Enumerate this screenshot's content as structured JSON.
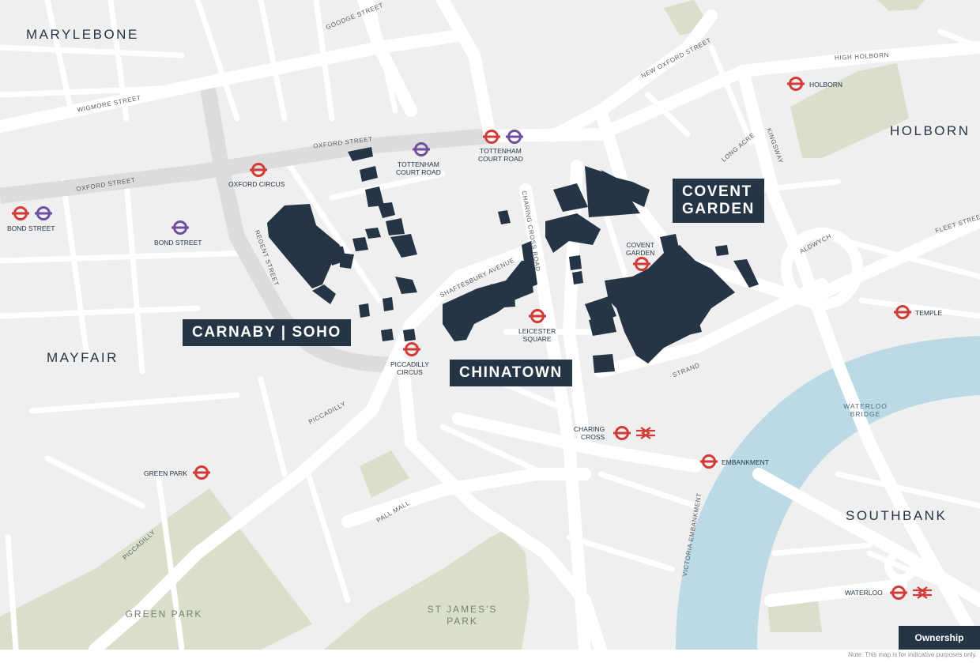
{
  "areas": {
    "marylebone": "MARYLEBONE",
    "holborn": "HOLBORN",
    "mayfair": "MAYFAIR",
    "southbank": "SOUTHBANK"
  },
  "parks": {
    "green_park": "GREEN PARK",
    "st_james": "ST JAMES'S\nPARK"
  },
  "districts": {
    "carnaby": "CARNABY | SOHO",
    "chinatown": "CHINATOWN",
    "covent_garden": "COVENT\nGARDEN"
  },
  "roads": {
    "goodge": "GOODGE STREET",
    "wigmore": "WIGMORE STREET",
    "oxford_east": "OXFORD STREET",
    "oxford_west": "OXFORD STREET",
    "new_oxford": "NEW OXFORD STREET",
    "high_holborn": "HIGH HOLBORN",
    "long_acre": "LONG ACRE",
    "kingsway": "KINGSWAY",
    "regent": "REGENT STREET",
    "charing_cross_road": "CHARING CROSS ROAD",
    "shaftesbury": "SHAFTESBURY AVENUE",
    "aldwych": "ALDWYCH",
    "fleet": "FLEET STREET",
    "strand": "STRAND",
    "piccadilly_north": "PICCADILLY",
    "piccadilly_south": "PICCADILLY",
    "pall_mall": "PALL MALL",
    "victoria_embankment": "VICTORIA EMBANKMENT"
  },
  "river": {
    "waterloo_bridge": "WATERLOO\nBRIDGE"
  },
  "stations": {
    "bond_street_west": "BOND STREET",
    "bond_street": "BOND STREET",
    "oxford_circus": "OXFORD CIRCUS",
    "tottenham_court_road_a": "TOTTENHAM\nCOURT ROAD",
    "tottenham_court_road_b": "TOTTENHAM\nCOURT ROAD",
    "holborn": "HOLBORN",
    "covent_garden": "COVENT\nGARDEN",
    "leicester_square": "LEICESTER\nSQUARE",
    "piccadilly_circus": "PICCADILLY\nCIRCUS",
    "temple": "TEMPLE",
    "charing_cross": "CHARING\nCROSS",
    "embankment": "EMBANKMENT",
    "green_park": "GREEN PARK",
    "waterloo": "WATERLOO"
  },
  "legend": {
    "button_label": "Ownership"
  },
  "footer": {
    "note": "Note: This map is for indicative purposes only."
  },
  "colors": {
    "background": "#efefef",
    "road": "#ffffff",
    "park": "#d9dfcb",
    "river": "#bcd9e6",
    "ownership": "#253545",
    "underground_red": "#d23b35",
    "elizabeth_line_purple": "#6e4ea0",
    "oxford_street": "#dcdcdc"
  },
  "icons": {
    "underground": "underground-roundel-icon",
    "elizabeth": "elizabeth-line-roundel-icon",
    "national_rail": "national-rail-icon"
  }
}
